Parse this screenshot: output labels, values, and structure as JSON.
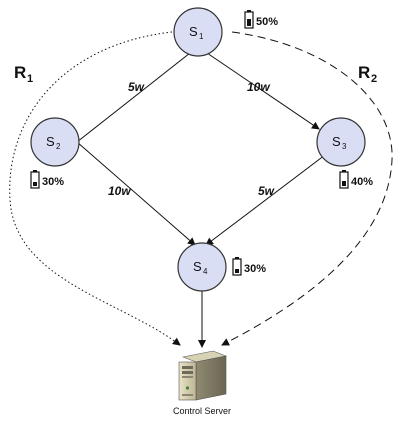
{
  "nodes": [
    {
      "id": "s1",
      "letter": "S",
      "sub": "1",
      "battery": "50%"
    },
    {
      "id": "s2",
      "letter": "S",
      "sub": "2",
      "battery": "30%"
    },
    {
      "id": "s3",
      "letter": "S",
      "sub": "3",
      "battery": "40%"
    },
    {
      "id": "s4",
      "letter": "S",
      "sub": "4",
      "battery": "30%"
    }
  ],
  "edges": [
    {
      "from": "s1",
      "to": "s2",
      "weight": "5w"
    },
    {
      "from": "s1",
      "to": "s3",
      "weight": "10w"
    },
    {
      "from": "s2",
      "to": "s4",
      "weight": "10w"
    },
    {
      "from": "s3",
      "to": "s4",
      "weight": "5w"
    }
  ],
  "routes": [
    {
      "letter": "R",
      "sub": "1",
      "style": "dotted"
    },
    {
      "letter": "R",
      "sub": "2",
      "style": "dashed"
    }
  ],
  "server": {
    "label": "Control Server",
    "icon": "server-tower-icon"
  },
  "battery_icon": "battery-icon"
}
